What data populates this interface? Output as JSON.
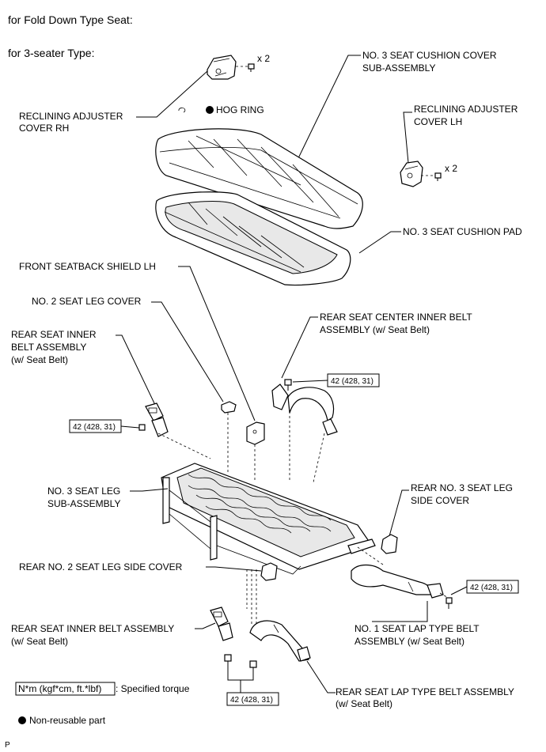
{
  "header": {
    "title": "for Fold Down Type Seat:",
    "subtitle": "for 3-seater Type:"
  },
  "labels": {
    "reclining_rh": [
      "RECLINING ADJUSTER",
      "COVER RH"
    ],
    "hog_ring": "HOG RING",
    "cushion_cover": [
      "NO. 3 SEAT CUSHION COVER",
      "SUB-ASSEMBLY"
    ],
    "reclining_lh": [
      "RECLINING ADJUSTER",
      "COVER LH"
    ],
    "cushion_pad": "NO. 3 SEAT CUSHION PAD",
    "seatback_shield": "FRONT SEATBACK SHIELD LH",
    "leg_cover_2": "NO. 2 SEAT LEG COVER",
    "rear_center_belt": [
      "REAR SEAT CENTER INNER BELT",
      "ASSEMBLY (w/ Seat Belt)"
    ],
    "rear_inner_belt_top": [
      "REAR SEAT INNER",
      "BELT ASSEMBLY",
      "(w/ Seat Belt)"
    ],
    "seat_leg": [
      "NO. 3 SEAT LEG",
      "SUB-ASSEMBLY"
    ],
    "rear_no3_side": [
      "REAR NO. 3 SEAT LEG",
      "SIDE COVER"
    ],
    "rear_no2_side": "REAR NO. 2 SEAT LEG SIDE COVER",
    "rear_inner_belt_bottom": [
      "REAR SEAT INNER BELT ASSEMBLY",
      "(w/ Seat Belt)"
    ],
    "lap_belt_no1": [
      "NO. 1 SEAT LAP TYPE BELT",
      "ASSEMBLY (w/ Seat Belt)"
    ],
    "lap_belt_rear": [
      "REAR SEAT LAP TYPE BELT ASSEMBLY",
      "(w/ Seat Belt)"
    ]
  },
  "quantities": {
    "rh_screws": "x 2",
    "lh_screws": "x 2"
  },
  "torque": {
    "center_belt": "42 (428, 31)",
    "inner_belt_top": "42 (428, 31)",
    "lap_belt_no1": "42 (428, 31)",
    "bottom": "42 (428, 31)"
  },
  "legend": {
    "torque_unit": "N*m (kgf*cm, ft.*lbf)",
    "torque_desc": ": Specified torque",
    "non_reusable": "Non-reusable part"
  },
  "footer_code": "P"
}
